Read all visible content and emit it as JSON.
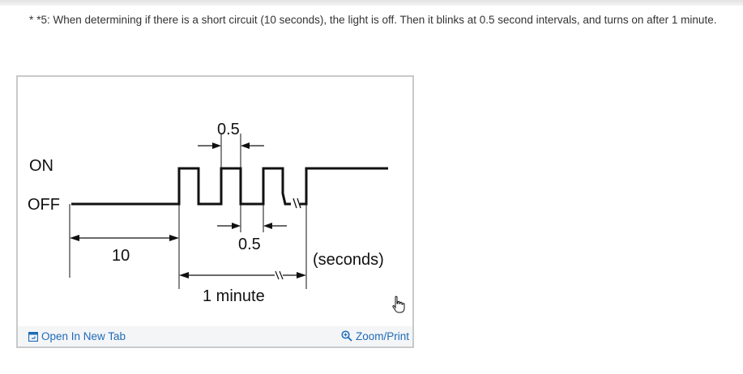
{
  "note": {
    "bullet": "*",
    "text": "*5: When determining if there is a short circuit (10 seconds), the light is off. Then it blinks at 0.5 second intervals, and turns on after 1 minute."
  },
  "figure": {
    "labels": {
      "on": "ON",
      "off": "OFF",
      "interval_top": "0.5",
      "interval_bottom": "0.5",
      "ten": "10",
      "one_minute": "1 minute",
      "seconds": "(seconds)"
    }
  },
  "footer": {
    "open_link": "Open In New Tab",
    "zoom_link": "Zoom/Print"
  },
  "colors": {
    "link": "#1e6bb8",
    "border": "#c9c9c9",
    "footer_bg": "#f4f5f7"
  },
  "icons": [
    "open-in-new-tab-icon",
    "zoom-icon",
    "hand-cursor-icon"
  ]
}
